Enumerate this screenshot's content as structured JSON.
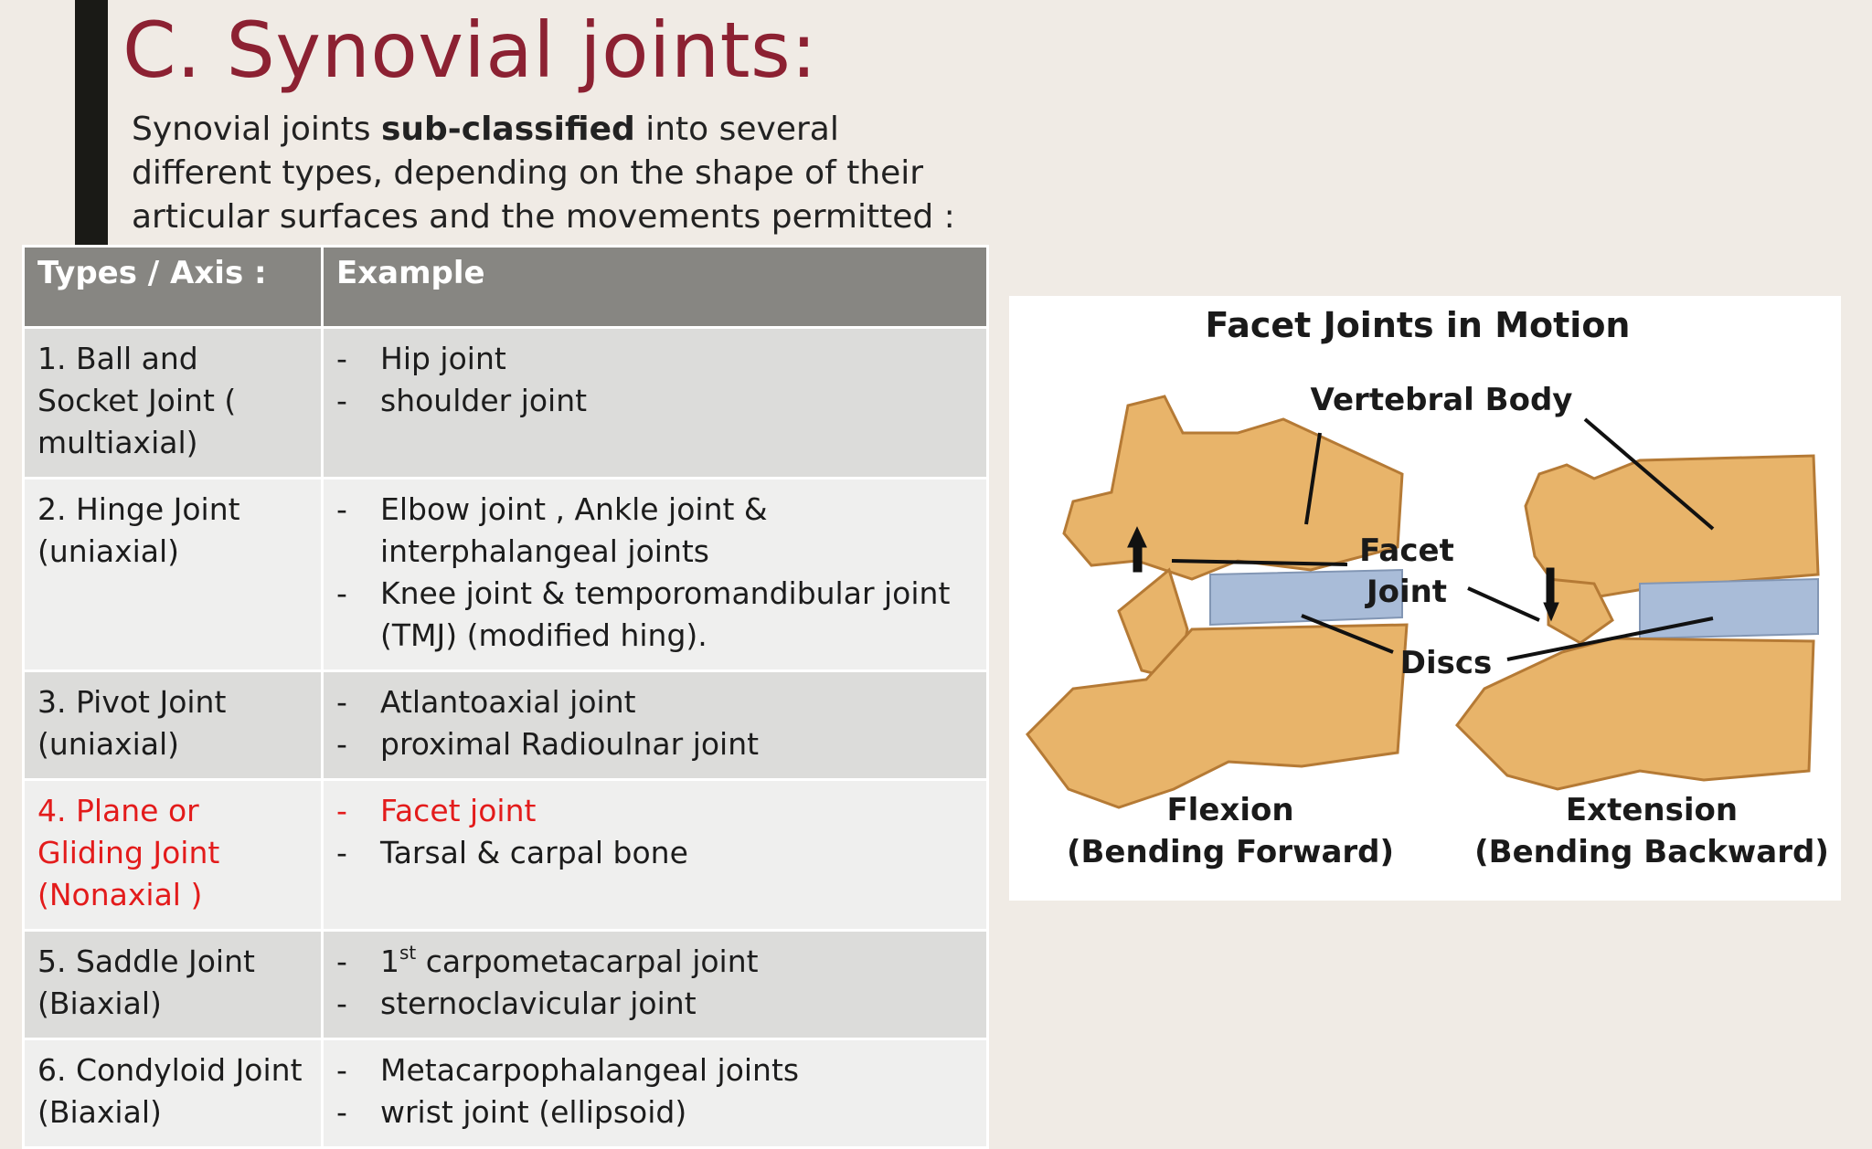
{
  "slide": {
    "title": "C. Synovial joints:",
    "intro_prefix": "Synovial joints ",
    "intro_bold": "sub-classified",
    "intro_suffix": " into several different types, depending on the shape of their articular surfaces and the movements permitted :"
  },
  "table": {
    "headers": [
      "Types / Axis :",
      "Example"
    ],
    "rows": [
      {
        "type_lines": [
          "1. Ball and Socket Joint ( multiaxial)"
        ],
        "examples": [
          "Hip joint",
          "shoulder joint"
        ]
      },
      {
        "type_lines": [
          "2. Hinge Joint (uniaxial)"
        ],
        "examples": [
          "Elbow joint , Ankle joint & interphalangeal joints",
          "Knee joint & temporomandibular joint (TMJ)  (modified hing)."
        ]
      },
      {
        "type_lines": [
          "3. Pivot Joint (uniaxial)"
        ],
        "examples": [
          "Atlantoaxial joint",
          "proximal Radioulnar joint"
        ]
      },
      {
        "type_lines": [
          "4. Plane or Gliding Joint (Nonaxial )"
        ],
        "examples": [
          "Facet joint",
          "Tarsal & carpal bone"
        ]
      },
      {
        "type_lines": [
          "5. Saddle Joint (Biaxial)"
        ],
        "examples": [
          "1",
          "st",
          " carpometacarpal joint",
          "sternoclavicular joint"
        ]
      },
      {
        "type_lines": [
          "6. Condyloid Joint (Biaxial)"
        ],
        "examples": [
          "Metacarpophalangeal joints",
          "wrist joint (ellipsoid)"
        ]
      }
    ]
  },
  "figure": {
    "title": "Facet Joints in Motion",
    "label_vertebral_body": "Vertebral Body",
    "label_facet": "Facet",
    "label_joint": "Joint",
    "label_discs": "Discs",
    "flexion_title": "Flexion",
    "flexion_sub": "(Bending Forward)",
    "extension_title": "Extension",
    "extension_sub": "(Bending Backward)"
  },
  "colors": {
    "title": "#8c2132",
    "highlight_red": "#e31b1b",
    "header_bg": "#878682",
    "row_shade": "#dcdcda",
    "row_light": "#efefee",
    "bone": "#e8b46a",
    "disc": "#a9bcd8"
  }
}
